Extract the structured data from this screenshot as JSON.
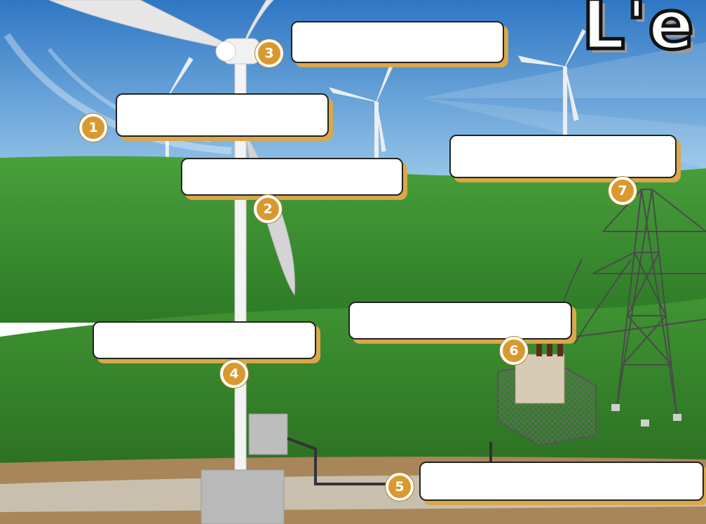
{
  "title": "L'e",
  "labels": [
    {
      "number": "1",
      "text": ""
    },
    {
      "number": "2",
      "text": ""
    },
    {
      "number": "3",
      "text": ""
    },
    {
      "number": "4",
      "text": ""
    },
    {
      "number": "5",
      "text": ""
    },
    {
      "number": "6",
      "text": ""
    },
    {
      "number": "7",
      "text": ""
    }
  ],
  "colors": {
    "sky": "#4a8fd0",
    "grass": "#3a8a2e",
    "badge": "#d9992e",
    "ground": "#a8865a"
  }
}
